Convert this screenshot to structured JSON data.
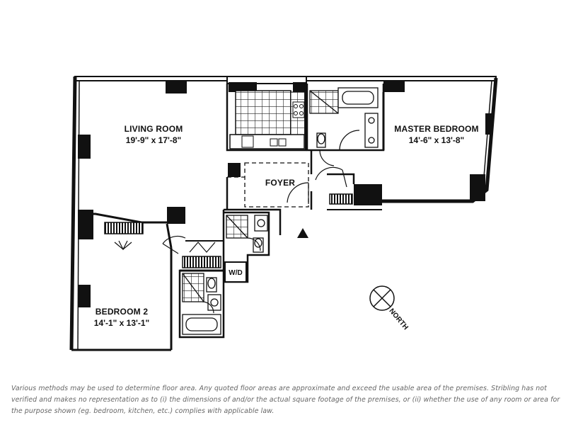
{
  "rooms": {
    "living": {
      "name": "LIVING ROOM",
      "dims": "19'-9\" x 17'-8\""
    },
    "master": {
      "name": "MASTER BEDROOM",
      "dims": "14'-6\" x 13'-8\""
    },
    "foyer": {
      "name": "FOYER"
    },
    "bedroom2": {
      "name": "BEDROOM 2",
      "dims": "14'-1\" x 13'-1\""
    },
    "laundry": {
      "name": "W/D"
    }
  },
  "compass": {
    "label": "NORTH"
  },
  "disclaimer": "Various methods may be used to determine floor area. Any quoted floor areas are approximate and exceed the usable area of the premises. Stribling has not verified and makes no representation as to (i) the dimensions of and/or the actual square footage of the premises, or (ii) whether the use of any room or area for the purpose shown (eg. bedroom, kitchen, etc.) complies with applicable law."
}
